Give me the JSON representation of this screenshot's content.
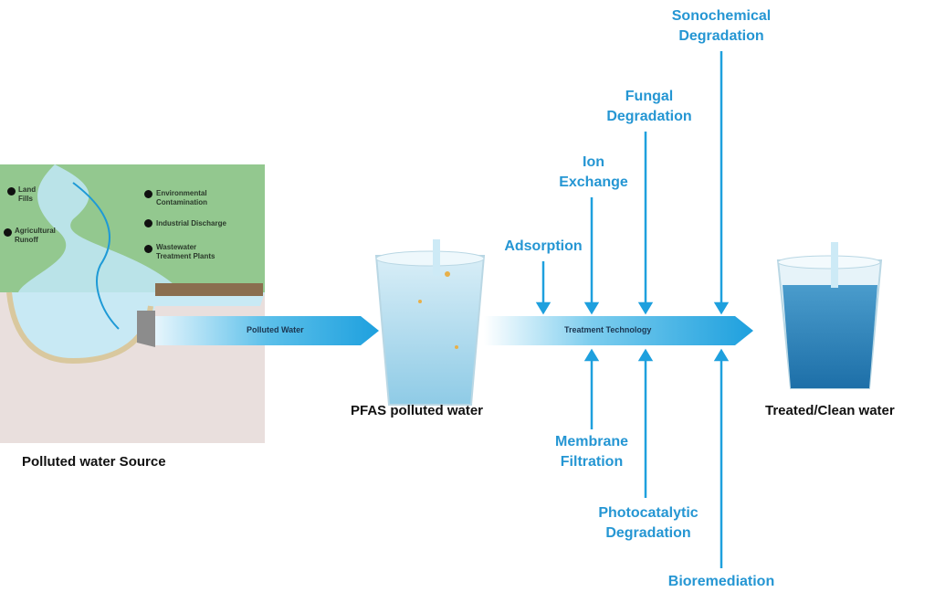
{
  "source": {
    "caption": "Polluted water Source",
    "sources_left": [
      "Land\nFills",
      "Agricultural\nRunoff"
    ],
    "sources_right": [
      "Environmental\nContamination",
      "Industrial Discharge",
      "Wastewater\nTreatment Plants"
    ]
  },
  "flow": {
    "polluted_label": "Polluted Water",
    "treatment_label": "Treatment Technology"
  },
  "glasses": {
    "polluted_caption": "PFAS polluted water",
    "clean_caption": "Treated/Clean water"
  },
  "technologies": {
    "top": [
      "Adsorption",
      "Ion\nExchange",
      "Fungal\nDegradation",
      "Sonochemical\nDegradation"
    ],
    "bottom": [
      "Membrane\nFiltration",
      "Photocatalytic\nDegradation",
      "Bioremediation"
    ]
  },
  "colors": {
    "accent": "#1ea0de",
    "label": "#2596d3",
    "land": "#93c88f",
    "water": "#bfe6f2",
    "ground": "#e9dfdd"
  }
}
